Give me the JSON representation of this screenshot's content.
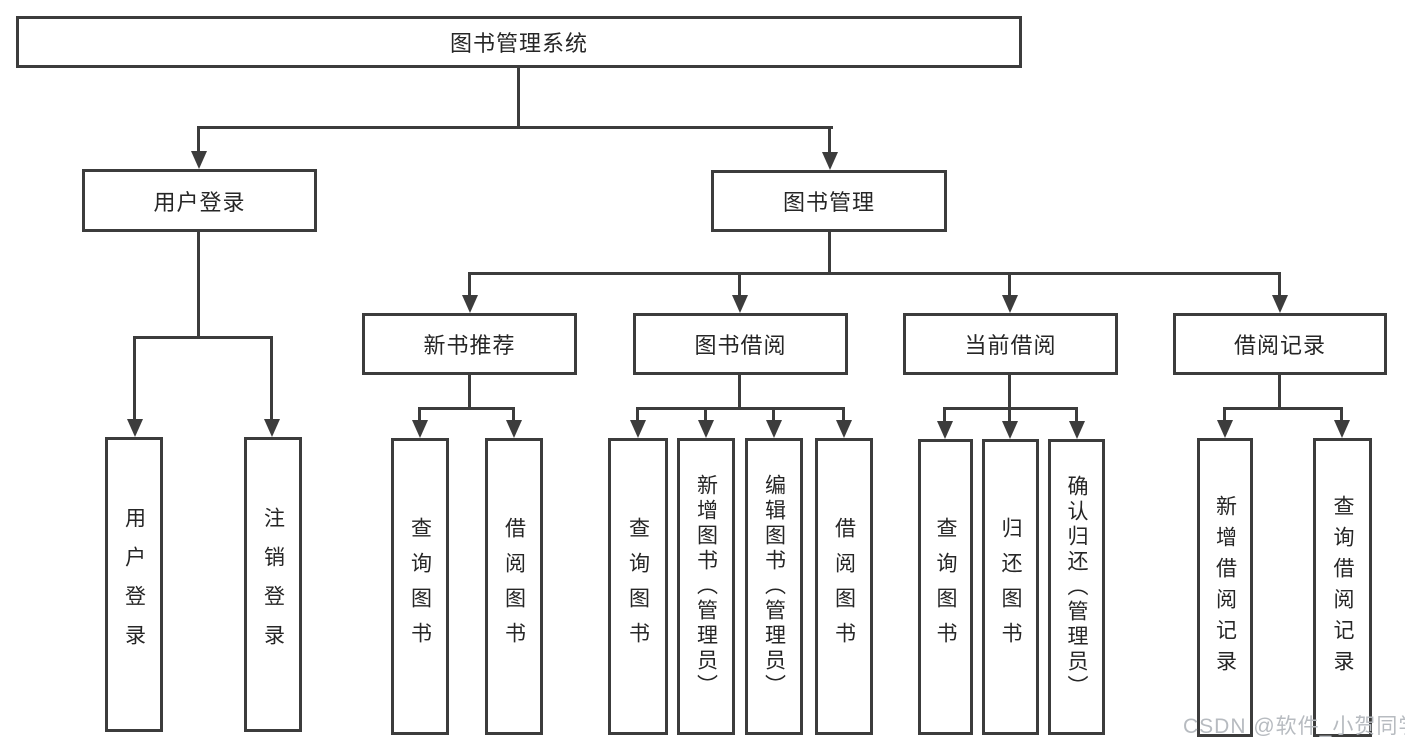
{
  "diagram": {
    "root": "图书管理系统",
    "children": [
      {
        "label": "用户登录",
        "children": [
          "用户登录",
          "注销登录"
        ]
      },
      {
        "label": "图书管理",
        "children": [
          {
            "label": "新书推荐",
            "children": [
              "查询图书",
              "借阅图书"
            ]
          },
          {
            "label": "图书借阅",
            "children": [
              "查询图书",
              "新增图书（管理员）",
              "编辑图书（管理员）",
              "借阅图书"
            ]
          },
          {
            "label": "当前借阅",
            "children": [
              "查询图书",
              "归还图书",
              "确认归还（管理员）"
            ]
          },
          {
            "label": "借阅记录",
            "children": [
              "新增借阅记录",
              "查询借阅记录"
            ]
          }
        ]
      }
    ]
  },
  "watermark": "CSDN @软件_小贺同学",
  "colors": {
    "line": "#3c3c3c",
    "text": "#262626",
    "watermark": "#b7bbc0",
    "background": "#ffffff"
  }
}
